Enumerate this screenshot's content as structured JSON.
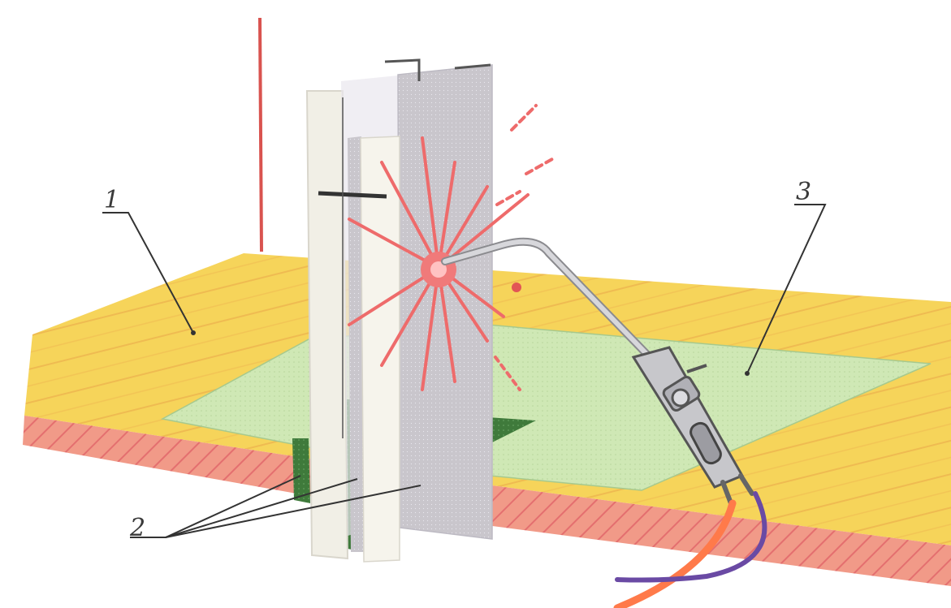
{
  "callouts": [
    {
      "id": "1",
      "text": "1"
    },
    {
      "id": "2",
      "text": "2"
    },
    {
      "id": "3",
      "text": "3"
    }
  ],
  "colors": {
    "floor": "#f6d45a",
    "floor_lines": "#e9a548",
    "floor_edge": "#f19a88",
    "plate": "#cfe8b5",
    "column": "#f1efe6",
    "column_shadow": "#c9c6cc",
    "sealant": "#3f7a3b",
    "sparks": "#ee6b6b",
    "torch": "#c7c7cb",
    "hose_orange": "#ff7a4a",
    "hose_violet": "#6a4aa4",
    "wall_line": "#d9534f"
  }
}
